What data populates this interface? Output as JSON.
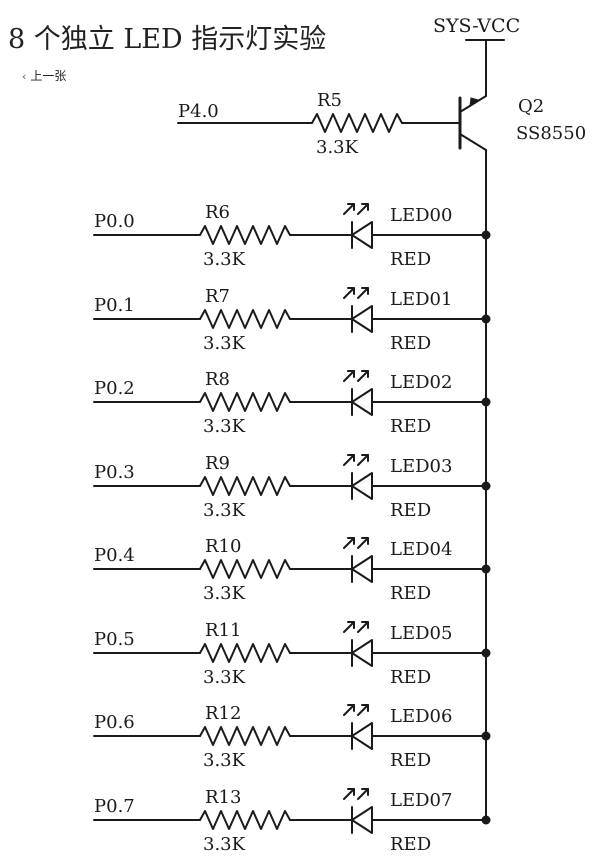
{
  "title": "8 个独立 LED 指示灯实验",
  "nav": {
    "prev_label": "上一张"
  },
  "power": {
    "label": "SYS-VCC"
  },
  "transistor": {
    "ref": "Q2",
    "part": "SS8550"
  },
  "base_resistor": {
    "net": "P4.0",
    "ref": "R5",
    "value": "3.3K"
  },
  "channels": [
    {
      "net": "P0.0",
      "resistor": "R6",
      "value": "3.3K",
      "led": "LED00",
      "color": "RED"
    },
    {
      "net": "P0.1",
      "resistor": "R7",
      "value": "3.3K",
      "led": "LED01",
      "color": "RED"
    },
    {
      "net": "P0.2",
      "resistor": "R8",
      "value": "3.3K",
      "led": "LED02",
      "color": "RED"
    },
    {
      "net": "P0.3",
      "resistor": "R9",
      "value": "3.3K",
      "led": "LED03",
      "color": "RED"
    },
    {
      "net": "P0.4",
      "resistor": "R10",
      "value": "3.3K",
      "led": "LED04",
      "color": "RED"
    },
    {
      "net": "P0.5",
      "resistor": "R11",
      "value": "3.3K",
      "led": "LED05",
      "color": "RED"
    },
    {
      "net": "P0.6",
      "resistor": "R12",
      "value": "3.3K",
      "led": "LED06",
      "color": "RED"
    },
    {
      "net": "P0.7",
      "resistor": "R13",
      "value": "3.3K",
      "led": "LED07",
      "color": "RED"
    }
  ]
}
